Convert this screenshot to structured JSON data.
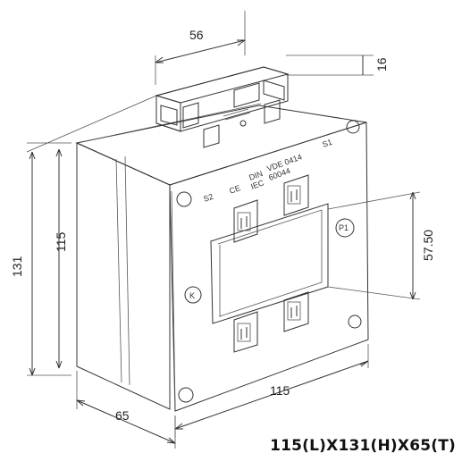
{
  "dimensions": {
    "top_width": "56",
    "top_height": "16",
    "overall_height": "131",
    "body_height": "115",
    "window_height": "57.50",
    "front_width": "115",
    "depth": "65"
  },
  "markings": {
    "ce_logo": "CE",
    "standards_line1": "DIN",
    "standards_line2": "IEC",
    "vde": "VDE 0414",
    "iec_number": "60044",
    "s1": "S1",
    "s2": "S2",
    "p1": "P1",
    "k": "K"
  },
  "caption": "115(L)X131(H)X65(T)"
}
